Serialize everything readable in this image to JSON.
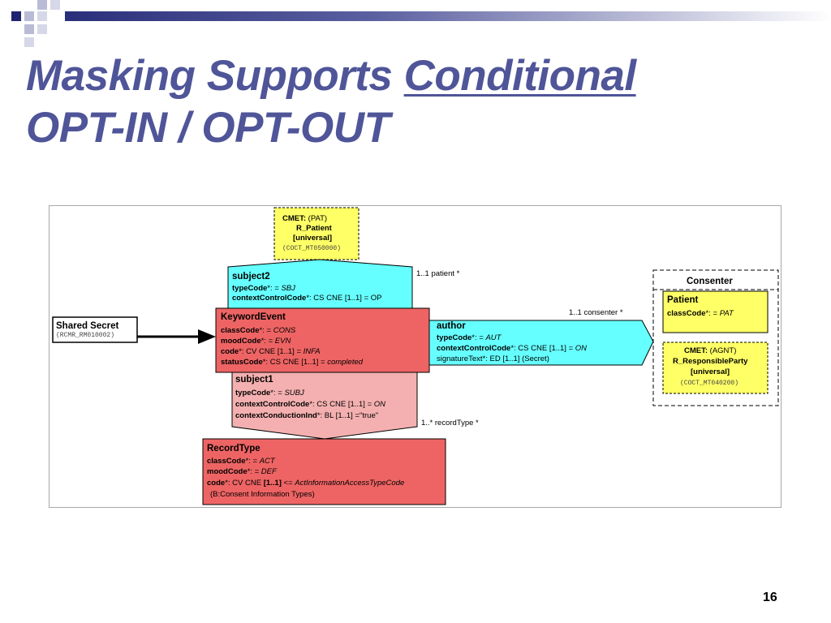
{
  "slide": {
    "title_part1": "Masking Supports ",
    "title_underlined": "Conditional",
    "title_line2": "OPT-IN / OPT-OUT",
    "page_number": "16"
  },
  "colors": {
    "title": "#4f5598",
    "cyan_class": "#66ffff",
    "red_class": "#ee6464",
    "pink_class": "#f4b0b0",
    "yellow_class": "#ffff66"
  },
  "diagram": {
    "cmet_pat": {
      "line1_bold": "CMET:",
      "line1_rest": " (PAT)",
      "line2": "R_Patient",
      "line3": "[universal]",
      "line4": "(COCT_MT050000)"
    },
    "subject2": {
      "name": "subject2",
      "attr1_name": "typeCode",
      "attr1_rest": "*: = ",
      "attr1_val": "SBJ",
      "attr2_name": "contextControlCode",
      "attr2_rest": "*: CS CNE [1..1] = OP"
    },
    "patient_assoc": "1..1 patient  *",
    "shared_secret": {
      "name": "Shared Secret",
      "id": "(RCMR_RM010002)"
    },
    "keyword_event": {
      "name": "KeywordEvent",
      "a1_name": "classCode",
      "a1_rest": "*: = ",
      "a1_val": "CONS",
      "a2_name": "moodCode",
      "a2_rest": "*: = ",
      "a2_val": "EVN",
      "a3_name": "code",
      "a3_rest": "*: CV CNE [1..1] = ",
      "a3_val": "INFA",
      "a4_name": "statusCode",
      "a4_rest": "*: CS CNE [1..1] = ",
      "a4_val": "completed"
    },
    "author": {
      "name": "author",
      "a1_name": "typeCode",
      "a1_rest": "*: = ",
      "a1_val": "AUT",
      "a2_name": "contextControlCode",
      "a2_rest": "*: CS CNE [1..1] = ",
      "a2_val": "ON",
      "a3": "signatureText*: ED [1..1] (Secret)"
    },
    "consenter_assoc": "1..1 consenter  *",
    "consenter": {
      "label": "Consenter",
      "patient_name": "Patient",
      "patient_attr_name": "classCode",
      "patient_attr_rest": "*: = ",
      "patient_attr_val": "PAT",
      "cmet_line1_bold": "CMET:",
      "cmet_line1_rest": " (AGNT)",
      "cmet_line2": "R_ResponsibleParty",
      "cmet_line3": "[universal]",
      "cmet_line4": "(COCT_MT040200)"
    },
    "subject1": {
      "name": "subject1",
      "a1_name": "typeCode",
      "a1_rest": "*: = ",
      "a1_val": "SUBJ",
      "a2_name": "contextControlCode",
      "a2_rest": "*: CS CNE [1..1] = ",
      "a2_val": "ON",
      "a3_name": "contextConductionInd",
      "a3_rest": "*: BL [1..1] =\"true\""
    },
    "record_type_assoc": "1..* recordType  *",
    "record_type": {
      "name": "RecordType",
      "a1_name": "classCode",
      "a1_rest": "*: = ",
      "a1_val": "ACT",
      "a2_name": "moodCode",
      "a2_rest": "*: = ",
      "a2_val": "DEF",
      "a3_name": "code",
      "a3_rest": "*: CV CNE ",
      "a3_bold": "[1..1]",
      "a3_rest2": " <= ",
      "a3_val": "ActInformationAccessTypeCode",
      "a4": "(B:Consent Information Types)"
    }
  }
}
